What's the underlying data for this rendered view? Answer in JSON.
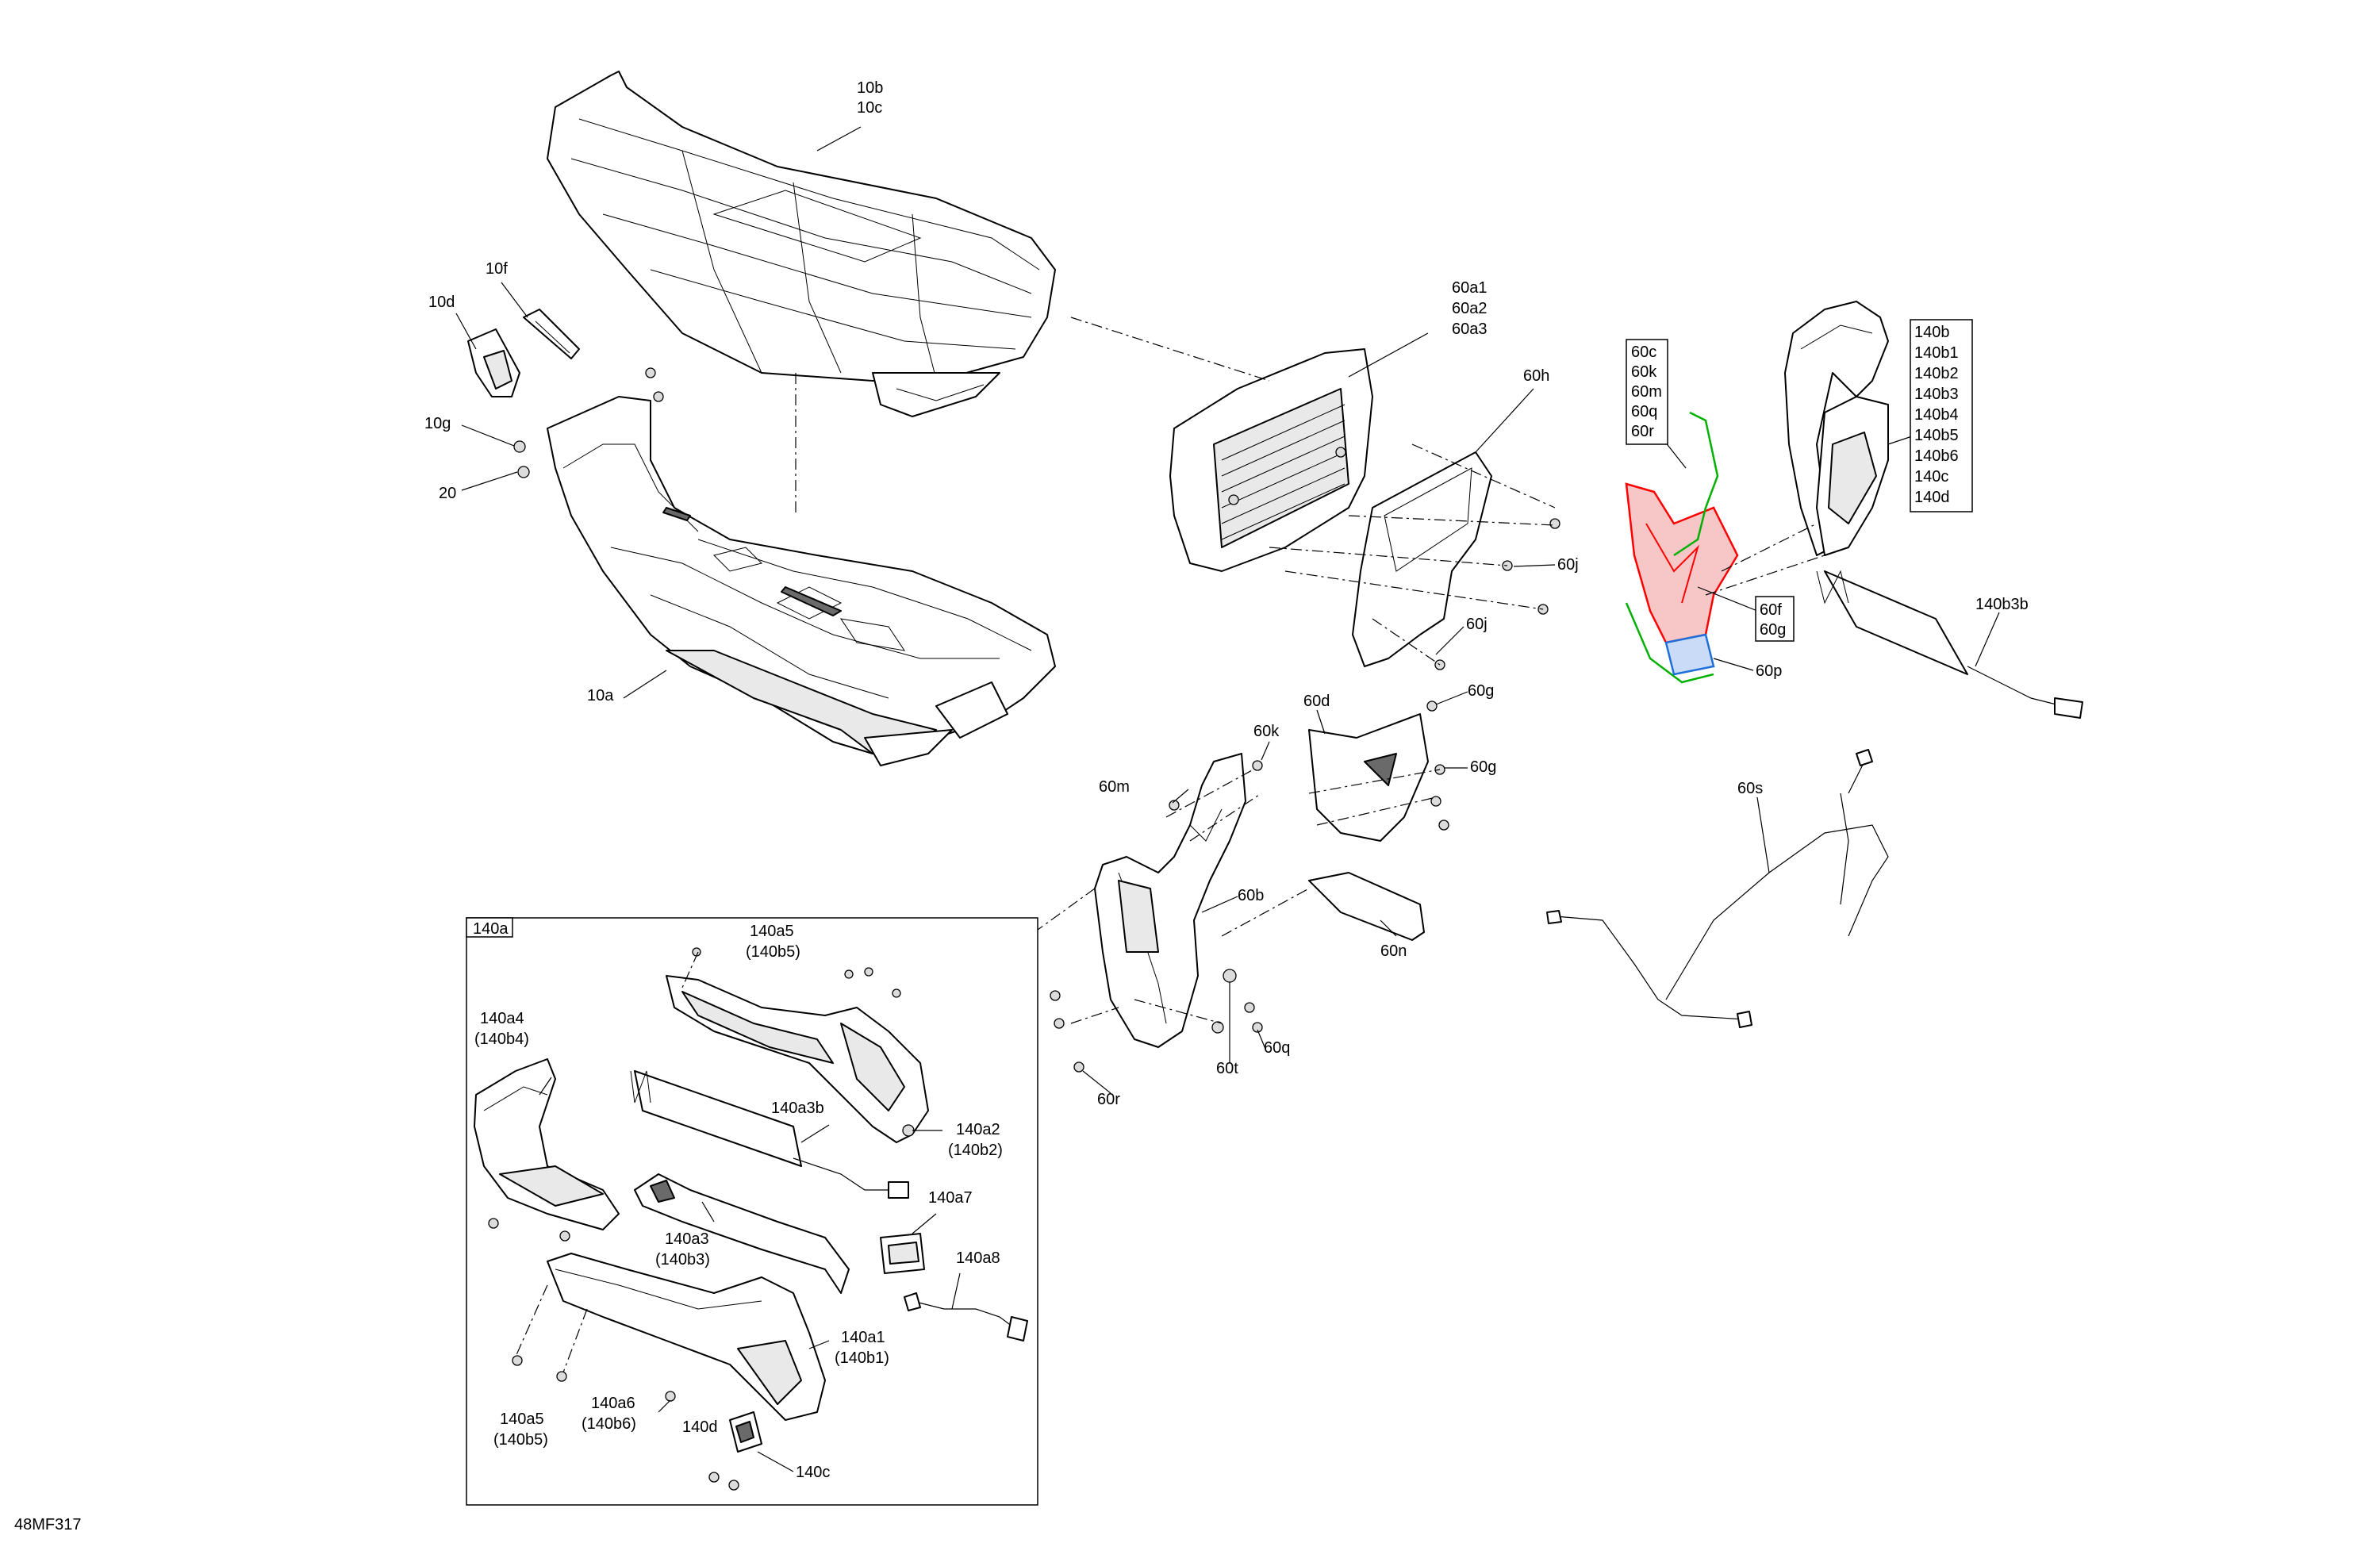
{
  "diagram": {
    "code": "48MF317",
    "callouts": {
      "seat_upper": [
        "10b",
        "10c"
      ],
      "seat_base": "10a",
      "clip_10f": "10f",
      "bracket_10d": "10d",
      "fastener_10g": "10g",
      "fastener_20": "20",
      "backrest": [
        "60a1",
        "60a2",
        "60a3"
      ],
      "backrest_cover": "60h",
      "screw_60j_top": "60j",
      "screw_60j_bottom": "60j",
      "highlight_list": [
        "60c",
        "60k",
        "60m",
        "60q",
        "60r"
      ],
      "highlight_fg": [
        "60f",
        "60g"
      ],
      "highlight_p": "60p",
      "armrest_list": [
        "140b",
        "140b1",
        "140b2",
        "140b3",
        "140b4",
        "140b5",
        "140b6",
        "140c",
        "140d"
      ],
      "harness_140b3b": "140b3b",
      "support_60k": "60k",
      "support_60d": "60d",
      "screw_60g_top": "60g",
      "screw_60g_mid": "60g",
      "screw_60m": "60m",
      "frame_60b": "60b",
      "bracket_60n": "60n",
      "cable_60s": "60s",
      "screw_60q": "60q",
      "washer_60t": "60t",
      "screw_60r": "60r"
    },
    "inset": {
      "title": "140a",
      "labels": {
        "a5_top": [
          "140a5",
          "(140b5)"
        ],
        "a4": [
          "140a4",
          "(140b4)"
        ],
        "a2": [
          "140a2",
          "(140b2)"
        ],
        "a3b": "140a3b",
        "a7": "140a7",
        "a3": [
          "140a3",
          "(140b3)"
        ],
        "a8": "140a8",
        "a1": [
          "140a1",
          "(140b1)"
        ],
        "a5_bottom": [
          "140a5",
          "(140b5)"
        ],
        "a6": [
          "140a6",
          "(140b6)"
        ],
        "d": "140d",
        "c": "140c"
      }
    },
    "colors": {
      "line": "#000000",
      "highlight_red": "#ff0000",
      "highlight_green": "#00b000",
      "highlight_blue": "#1e6fd9"
    }
  }
}
